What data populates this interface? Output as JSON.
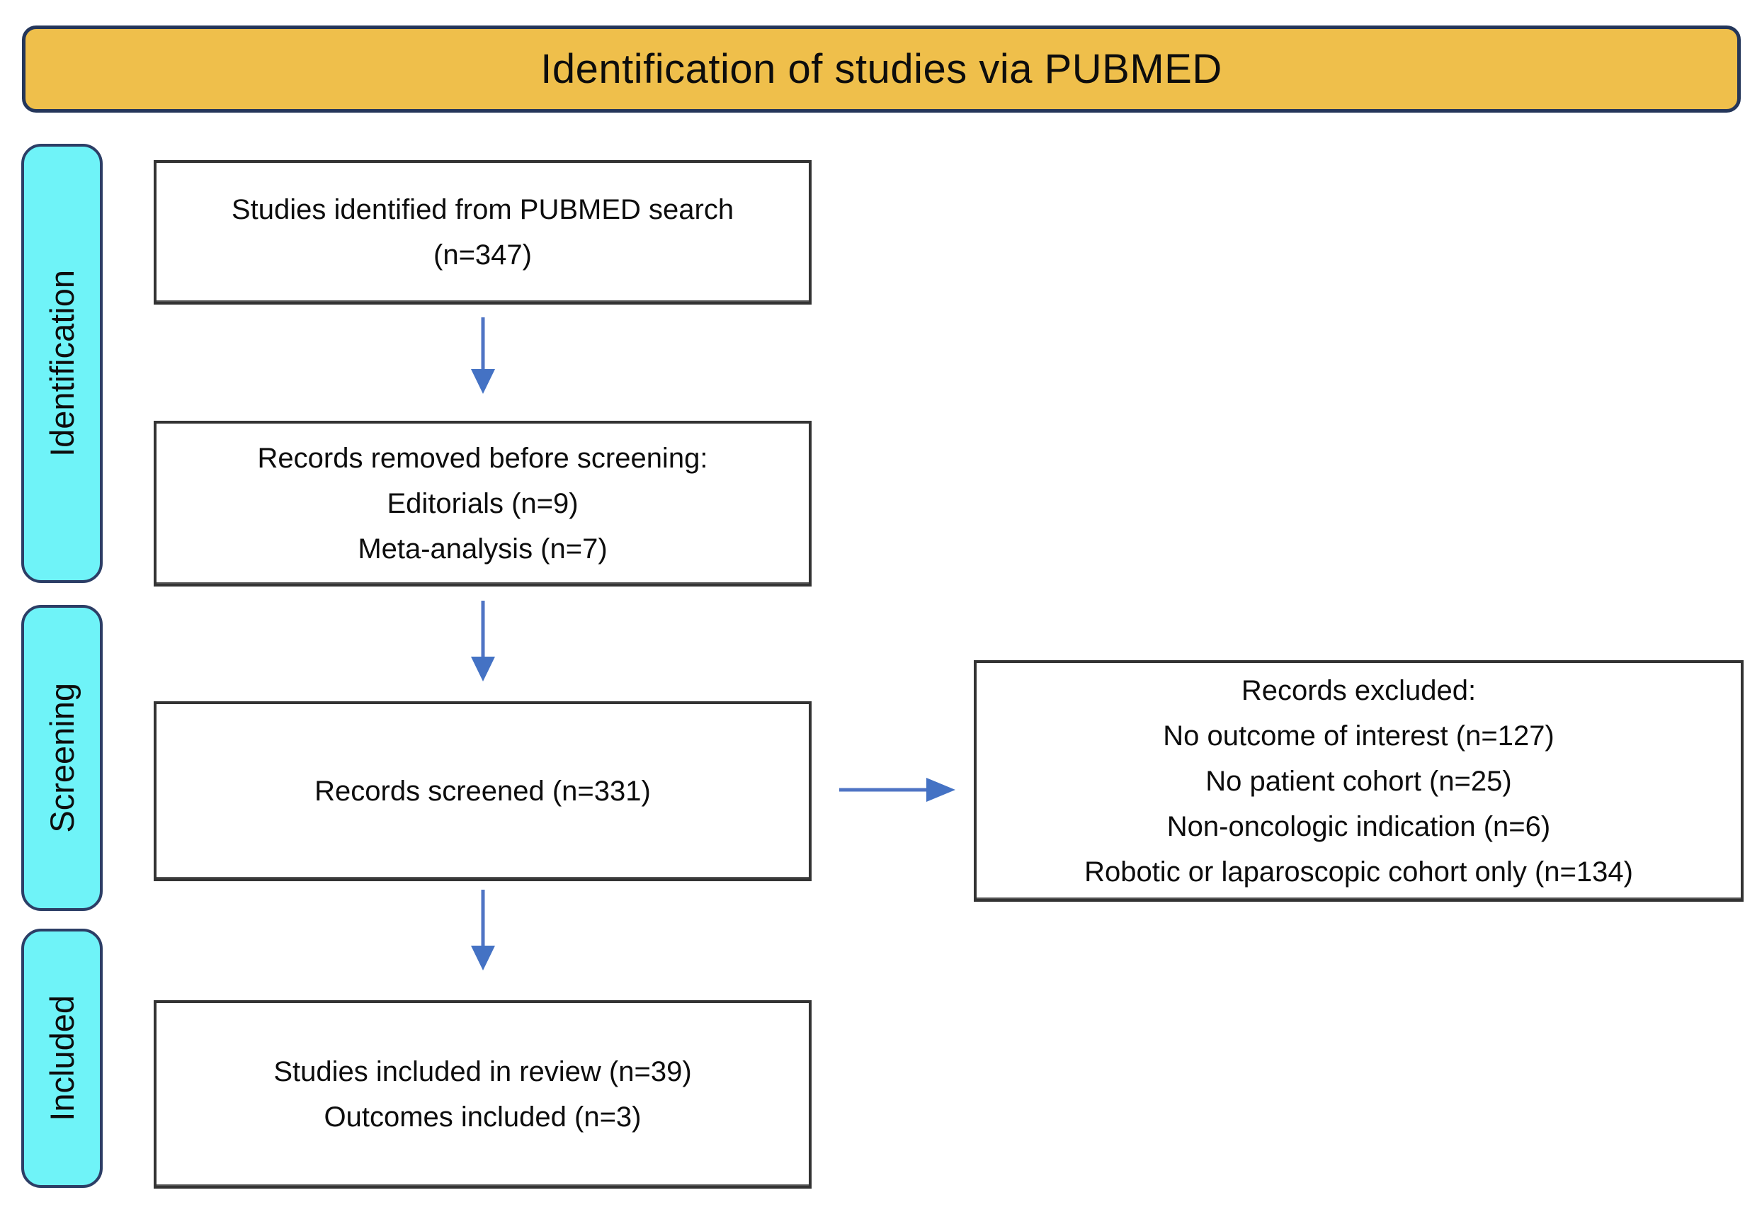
{
  "figure": {
    "title": "Identification of studies via PUBMED"
  },
  "stages": [
    {
      "label": "Identification"
    },
    {
      "label": "Screening"
    },
    {
      "label": "Included"
    }
  ],
  "boxes": {
    "identified": {
      "lines": [
        "Studies identified from PUBMED search",
        "(n=347)"
      ]
    },
    "removed": {
      "lines": [
        "Records removed before screening:",
        "Editorials (n=9)",
        "Meta-analysis (n=7)"
      ]
    },
    "screened": {
      "lines": [
        "Records screened (n=331)"
      ]
    },
    "excluded": {
      "lines": [
        "Records excluded:",
        "No outcome of interest (n=127)",
        "No patient cohort (n=25)",
        "Non-oncologic indication (n=6)",
        "Robotic or laparoscopic cohort only (n=134)"
      ]
    },
    "included": {
      "lines": [
        "Studies included in review (n=39)",
        "Outcomes included (n=3)"
      ]
    }
  },
  "colors": {
    "banner_fill": "#EFBF4B",
    "banner_border": "#24365A",
    "stage_fill": "#6FF3F8",
    "stage_border": "#2C3E66",
    "box_border": "#333333",
    "arrow": "#4F74C4",
    "text": "#0d0d0d",
    "background": "#ffffff"
  }
}
